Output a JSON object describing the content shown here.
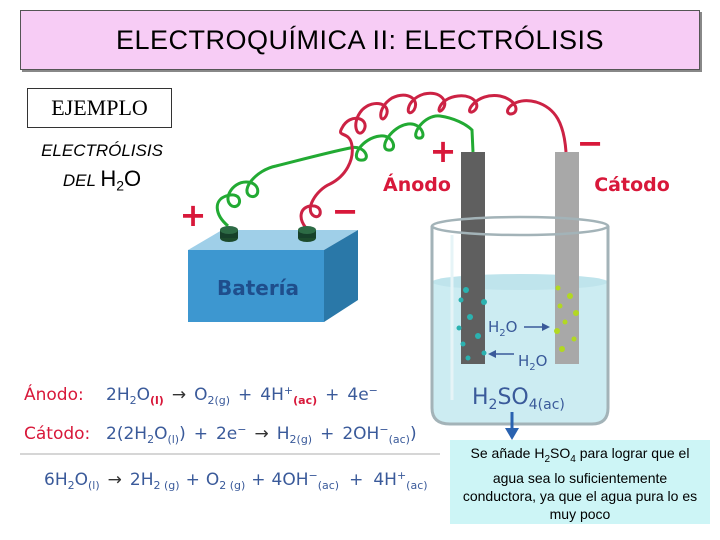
{
  "title": "ELECTROQUÍMICA II:  ELECTRÓLISIS",
  "example_label": "EJEMPLO",
  "subtitle": {
    "line1": "ELECTRÓLISIS",
    "line2_prefix": "DEL ",
    "line2_h": "H",
    "line2_sub": "2",
    "line2_o": "O"
  },
  "diagram": {
    "battery_label": "Batería",
    "battery_plus": "+",
    "battery_minus": "−",
    "anode_label": "Ánodo",
    "anode_sign": "+",
    "cathode_label": "Cátodo",
    "cathode_sign": "−",
    "water_left": {
      "main": "H",
      "sub": "2",
      "end": "O"
    },
    "water_right": {
      "main": "H",
      "sub": "2",
      "end": "O"
    },
    "electrolyte": {
      "main": "H",
      "sub1": "2",
      "mid": "SO",
      "sub2": "4(ac)"
    }
  },
  "equations": {
    "anode": {
      "label": "Ánodo:",
      "reactant": "2H",
      "reactant_sub": "2",
      "reactant_end": "O",
      "reactant_state": "(l)",
      "arrow": "→",
      "p1": "O",
      "p1_sub": "2(g)",
      "plus1": "+",
      "p2": "4H",
      "p2_sup": "+",
      "p2_state": "(ac)",
      "plus2": "+",
      "p3": "4e",
      "p3_sup": "−"
    },
    "cathode": {
      "label": "Cátodo:",
      "r1": "2(2H",
      "r1_sub": "2",
      "r1_end": "O",
      "r1_state": "(l)",
      "r1_close": ")",
      "plus1": "+",
      "r2": "2e",
      "r2_sup": "−",
      "arrow": "→",
      "p1": "H",
      "p1_sub": "2(g)",
      "plus2": "+",
      "p2": "2OH",
      "p2_sup": "−",
      "p2_state": "(ac)",
      "p2_close": ")"
    },
    "total": {
      "r": "6H",
      "r_sub": "2",
      "r_end": "O",
      "r_state": "(l)",
      "arrow": "→",
      "p1": "2H",
      "p1_sub": "2 (g)",
      "plus1": "+",
      "p2": "O",
      "p2_sub": "2 (g)",
      "plus2": "+",
      "p3": "4OH",
      "p3_sup": "−",
      "p3_state": "(ac)",
      "plus3": "+",
      "p4": "4H",
      "p4_sup": "+",
      "p4_state": "(ac)"
    }
  },
  "note": {
    "part1": "Se añade H",
    "sub1": "2",
    "part2": "SO",
    "sub2": "4",
    "part3": " para lograr que el agua sea lo suficientemente conductora, ya que el agua pura lo es muy poco"
  },
  "colors": {
    "title_bg": "#f7ccf5",
    "label_red": "#d8183a",
    "formula_blue": "#3a5a9a",
    "wire_green": "#22aa33",
    "wire_red": "#cc2244",
    "battery_blue": "#3d97d0",
    "electrode_dark": "#5f5f5f",
    "electrode_light": "#a8a8a8",
    "solution": "#ccecf2",
    "note_bg": "#cdf5f6",
    "bubbles_left": "#2bb2b0",
    "bubbles_right": "#b2d822"
  }
}
